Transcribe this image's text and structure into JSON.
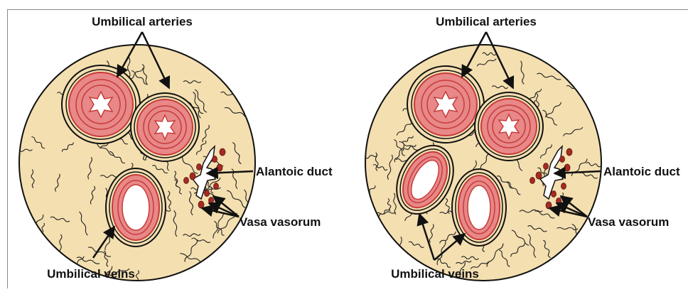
{
  "colors": {
    "tissue": "#f4dfb0",
    "vessel_wall": "#e88888",
    "vessel_wall_dark": "#c83a3a",
    "lumen": "#ffffff",
    "vasa": "#a52a22",
    "outline": "#111111"
  },
  "panels": [
    {
      "labels": {
        "arteries": "Umbilical arteries",
        "duct": "Alantoic duct",
        "vasa": "Vasa vasorum",
        "veins": "Umbilical veins"
      }
    },
    {
      "labels": {
        "arteries": "Umbilical arteries",
        "duct": "Alantoic duct",
        "vasa": "Vasa vasorum",
        "veins": "Umbilical veins"
      }
    }
  ]
}
